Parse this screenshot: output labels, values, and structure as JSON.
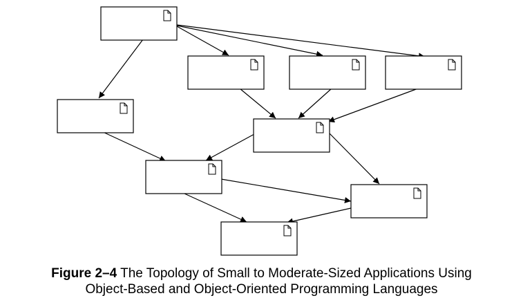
{
  "caption": {
    "label": "Figure 2–4",
    "line1": "The Topology of Small to Moderate-Sized Applications Using",
    "line2": "Object-Based and Object-Oriented Programming Languages"
  },
  "nodes": [
    {
      "id": "top",
      "icon": "document-icon"
    },
    {
      "id": "mid-1",
      "icon": "document-icon"
    },
    {
      "id": "mid-2",
      "icon": "document-icon"
    },
    {
      "id": "mid-3",
      "icon": "document-icon"
    },
    {
      "id": "left",
      "icon": "document-icon"
    },
    {
      "id": "center",
      "icon": "document-icon"
    },
    {
      "id": "lower-left",
      "icon": "document-icon"
    },
    {
      "id": "lower-right",
      "icon": "document-icon"
    },
    {
      "id": "bottom",
      "icon": "document-icon"
    }
  ],
  "edges": [
    {
      "from": "top",
      "to": "left"
    },
    {
      "from": "top",
      "to": "mid-1"
    },
    {
      "from": "top",
      "to": "mid-2"
    },
    {
      "from": "top",
      "to": "mid-3"
    },
    {
      "from": "mid-1",
      "to": "center"
    },
    {
      "from": "mid-2",
      "to": "center"
    },
    {
      "from": "mid-3",
      "to": "center"
    },
    {
      "from": "left",
      "to": "lower-left"
    },
    {
      "from": "center",
      "to": "lower-left"
    },
    {
      "from": "center",
      "to": "lower-right"
    },
    {
      "from": "lower-left",
      "to": "lower-right"
    },
    {
      "from": "lower-left",
      "to": "bottom"
    },
    {
      "from": "lower-right",
      "to": "bottom"
    }
  ]
}
